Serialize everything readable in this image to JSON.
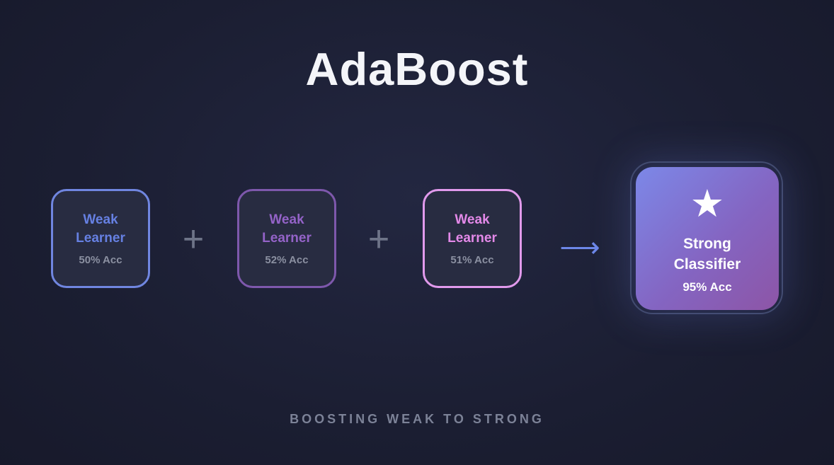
{
  "page": {
    "title": "AdaBoost",
    "caption": "BOOSTING WEAK TO STRONG"
  },
  "weak_learners": [
    {
      "line1": "Weak",
      "line2": "Learner",
      "accuracy": "50% Acc",
      "accent": "#7086e0",
      "text_color": "#6680e2"
    },
    {
      "line1": "Weak",
      "line2": "Learner",
      "accuracy": "52% Acc",
      "accent": "#7e58ac",
      "text_color": "#9463c8"
    },
    {
      "line1": "Weak",
      "line2": "Learner",
      "accuracy": "51% Acc",
      "accent": "#e19aec",
      "text_color": "#e389e8"
    }
  ],
  "operators": {
    "plus": "+",
    "arrow": "⟶"
  },
  "strong_classifier": {
    "line1": "Strong",
    "line2": "Classifier",
    "accuracy": "95% Acc",
    "star_icon": "★",
    "gradient_from": "#7c88e8",
    "gradient_to": "#8d55a6"
  },
  "colors": {
    "background_center": "#232741",
    "background_edge": "#161829",
    "weak_box_background": "#282c41",
    "accuracy_text": "#8b90a1",
    "operator": "#6e7488",
    "arrow": "#6d87e8",
    "ring": "#3e4664",
    "title_text": "#f4f5f9",
    "strong_text": "#ffffff",
    "caption_text": "#7c8297"
  }
}
